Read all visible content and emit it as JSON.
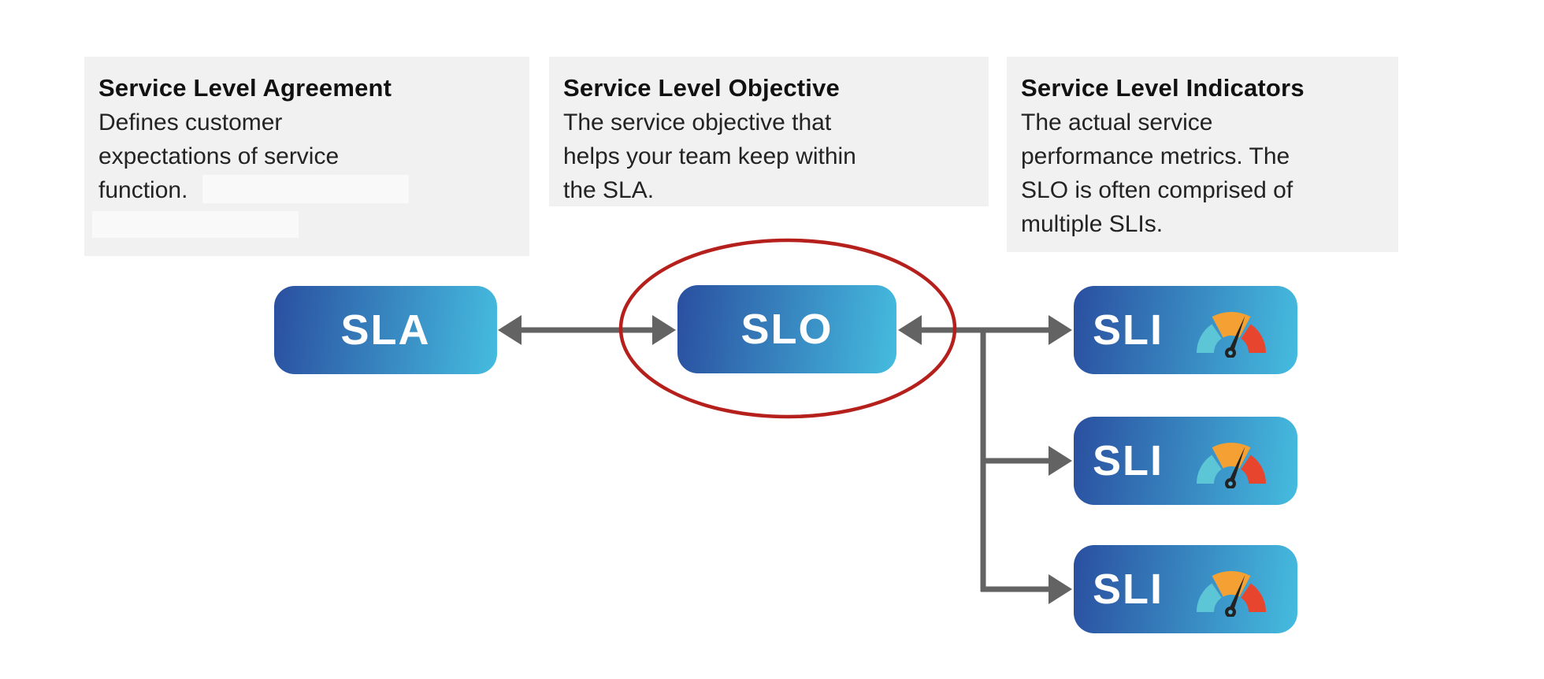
{
  "cards": [
    {
      "id": "sla",
      "title": "Service Level Agreement",
      "body": "Defines customer\nexpectations of service\nfunction."
    },
    {
      "id": "slo",
      "title": "Service Level Objective",
      "body": "The service objective that\nhelps your team keep within\nthe SLA."
    },
    {
      "id": "sli",
      "title": "Service Level Indicators",
      "body": "The actual service\nperformance metrics. The\nSLO is often comprised of\nmultiple SLIs."
    }
  ],
  "nodes": {
    "sla": {
      "label": "SLA"
    },
    "slo": {
      "label": "SLO"
    },
    "sli": [
      {
        "label": "SLI"
      },
      {
        "label": "SLI"
      },
      {
        "label": "SLI"
      }
    ]
  },
  "connections": [
    {
      "from": "SLA",
      "to": "SLO",
      "type": "bidirectional-arrow"
    },
    {
      "from": "SLO",
      "to": "SLI-1",
      "type": "bidirectional-arrow"
    },
    {
      "from": "SLO",
      "to": "SLI-2",
      "type": "arrow-branch"
    },
    {
      "from": "SLO",
      "to": "SLI-3",
      "type": "arrow-branch"
    }
  ],
  "highlight": {
    "shape": "ellipse",
    "around": "SLO"
  },
  "icons": {
    "gauge": "gauge-icon"
  },
  "colors": {
    "card_bg": "#f1f1f2",
    "redact_bg": "#f9f9fa",
    "title_text": "#111111",
    "body_text": "#232323",
    "node_gradient_start": "#2a4fa0",
    "node_gradient_end": "#45bcdf",
    "node_text": "#ffffff",
    "arrow": "#636363",
    "highlight_ellipse": "#b5201c",
    "gauge_teal": "#5cc6d6",
    "gauge_orange": "#f5a032",
    "gauge_red": "#e8452f",
    "gauge_needle": "#222222",
    "gauge_pivot_hole": "#4fb0da"
  }
}
